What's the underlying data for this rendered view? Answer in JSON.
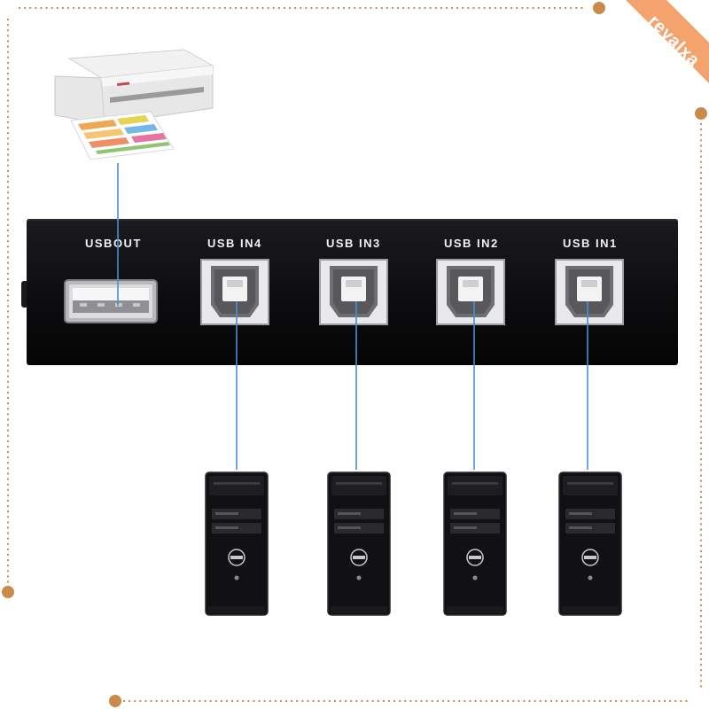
{
  "watermark": {
    "text": "reyalxa",
    "ribbon_color": "#F4A36C"
  },
  "border": {
    "dot_color": "#C98A4B"
  },
  "switch": {
    "color": "#0D0D10",
    "ports": [
      {
        "label": "USBOUT",
        "type": "usb-a"
      },
      {
        "label": "USB IN4",
        "type": "usb-b"
      },
      {
        "label": "USB IN3",
        "type": "usb-b"
      },
      {
        "label": "USB IN2",
        "type": "usb-b"
      },
      {
        "label": "USB IN1",
        "type": "usb-b"
      }
    ]
  },
  "cable_color": "#4A8FD0",
  "devices": {
    "printer": {
      "icon": "printer-icon"
    },
    "computers": [
      "desktop-tower-icon",
      "desktop-tower-icon",
      "desktop-tower-icon",
      "desktop-tower-icon"
    ]
  }
}
